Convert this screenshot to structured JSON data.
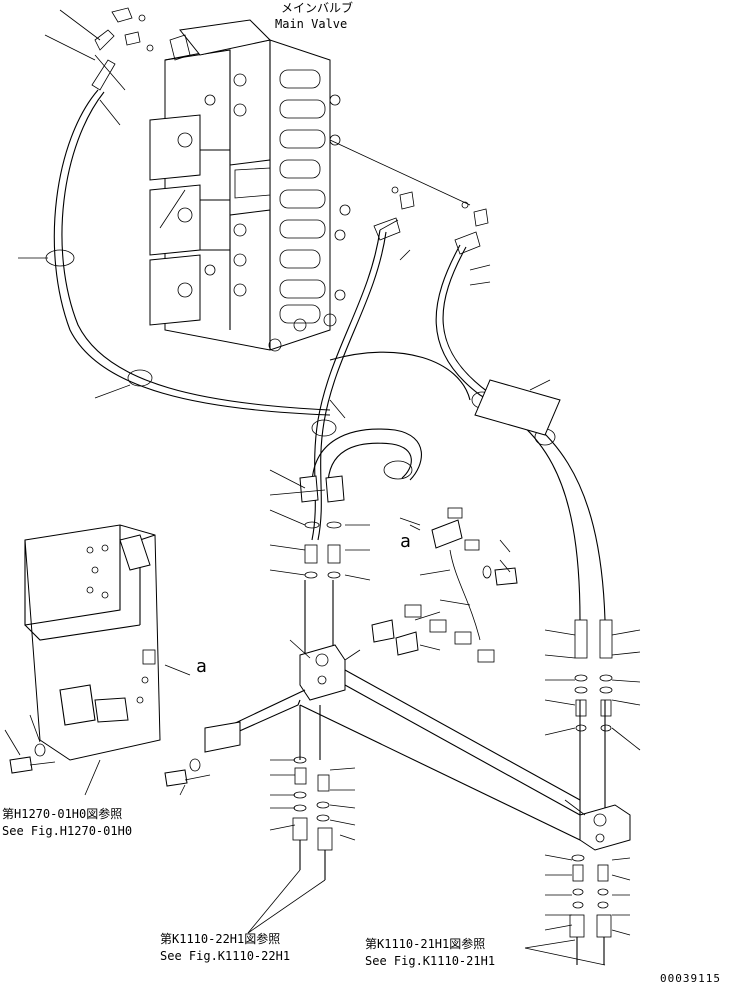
{
  "labels": {
    "main_valve_jp": "メインバルブ",
    "main_valve_en": "Main Valve",
    "view_a_top": "a",
    "view_a_side": "a",
    "ref_h1270_jp": "第H1270-01H0図参照",
    "ref_h1270_en": "See Fig.H1270-01H0",
    "ref_k1110_22_jp": "第K1110-22H1図参照",
    "ref_k1110_22_en": "See Fig.K1110-22H1",
    "ref_k1110_21_jp": "第K1110-21H1図参照",
    "ref_k1110_21_en": "See Fig.K1110-21H1",
    "drawing_number": "00039115"
  }
}
